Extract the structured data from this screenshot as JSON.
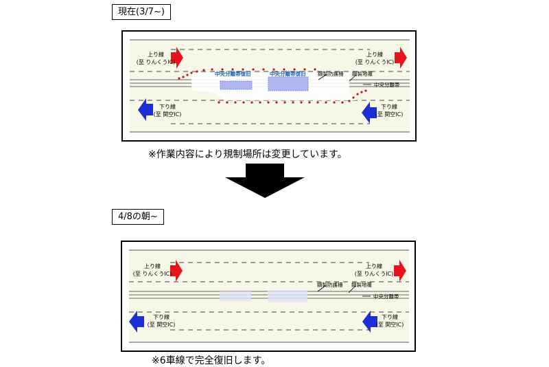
{
  "top_section": {
    "title": "現在(3/7~)",
    "diagram": {
      "up_line_left": {
        "line1": "上り線",
        "line2": "(至 りんくうIC)"
      },
      "up_line_right": {
        "line1": "上り線",
        "line2": "(至 りんくうIC)"
      },
      "down_line_left": {
        "line1": "下り線",
        "line2": "(至 関空IC)"
      },
      "down_line_right": {
        "line1": "下り線",
        "line2": "(至 関空IC)"
      },
      "restore_label_1": "中央分離帯復旧",
      "restore_label_2": "中央分離帯復旧",
      "guardrail_label": "鋼製防護柵",
      "cover_label": "鋼製地覆",
      "median_label": "中央分離帯"
    },
    "note": "※作業内容により規制場所は変更しています。"
  },
  "bottom_section": {
    "title": "4/8の朝~",
    "diagram": {
      "up_line_left": {
        "line1": "上り線",
        "line2": "(至 りんくうIC)"
      },
      "up_line_right": {
        "line1": "上り線",
        "line2": "(至 りんくうIC)"
      },
      "down_line_left": {
        "line1": "下り線",
        "line2": "(至 関空IC)"
      },
      "down_line_right": {
        "line1": "下り線",
        "line2": "(至 関空IC)"
      },
      "guardrail_label": "鋼製防護柵",
      "cover_label": "鋼製地覆",
      "median_label": "中央分離帯"
    },
    "note": "※6車線で完全復旧します。"
  },
  "colors": {
    "up_arrow": "#e8141c",
    "down_arrow": "#1f2fd6",
    "road_bg": "#f6f7e6",
    "restore_text": "#1f5fb0",
    "restore_fill": "#aeb8ef",
    "cone": "#c0191f"
  }
}
